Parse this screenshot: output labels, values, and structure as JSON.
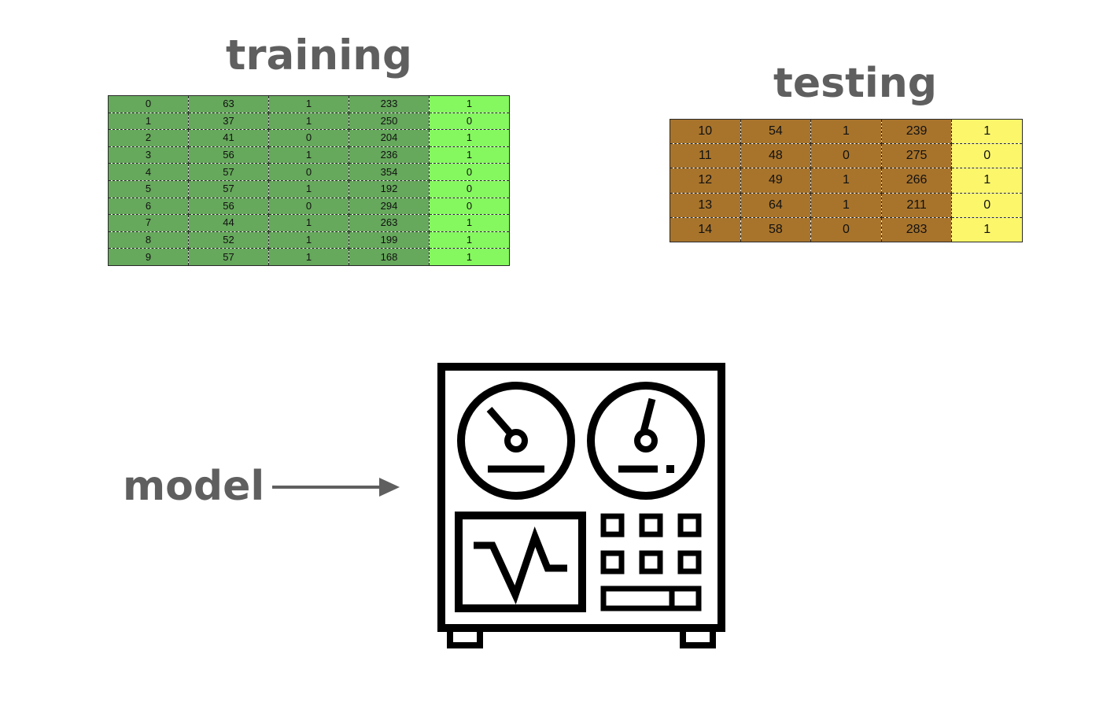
{
  "headings": {
    "training": "training",
    "testing": "testing",
    "model": "model"
  },
  "colors": {
    "heading_text": "#5f5f5f",
    "training_feature_fill": "#66a85c",
    "training_label_fill": "#85f85f",
    "testing_feature_fill": "#a8742c",
    "testing_label_fill": "#fcf66a",
    "icon_stroke": "#000000",
    "arrow": "#5f5f5f"
  },
  "training_table": {
    "rows": [
      [
        "0",
        "63",
        "1",
        "233",
        "1"
      ],
      [
        "1",
        "37",
        "1",
        "250",
        "0"
      ],
      [
        "2",
        "41",
        "0",
        "204",
        "1"
      ],
      [
        "3",
        "56",
        "1",
        "236",
        "1"
      ],
      [
        "4",
        "57",
        "0",
        "354",
        "0"
      ],
      [
        "5",
        "57",
        "1",
        "192",
        "0"
      ],
      [
        "6",
        "56",
        "0",
        "294",
        "0"
      ],
      [
        "7",
        "44",
        "1",
        "263",
        "1"
      ],
      [
        "8",
        "52",
        "1",
        "199",
        "1"
      ],
      [
        "9",
        "57",
        "1",
        "168",
        "1"
      ]
    ]
  },
  "testing_table": {
    "rows": [
      [
        "10",
        "54",
        "1",
        "239",
        "1"
      ],
      [
        "11",
        "48",
        "0",
        "275",
        "0"
      ],
      [
        "12",
        "49",
        "1",
        "266",
        "1"
      ],
      [
        "13",
        "64",
        "1",
        "211",
        "0"
      ],
      [
        "14",
        "58",
        "0",
        "283",
        "1"
      ]
    ]
  },
  "icons": {
    "arrow": "right-arrow-icon",
    "model": "reel-to-reel-machine-icon"
  }
}
